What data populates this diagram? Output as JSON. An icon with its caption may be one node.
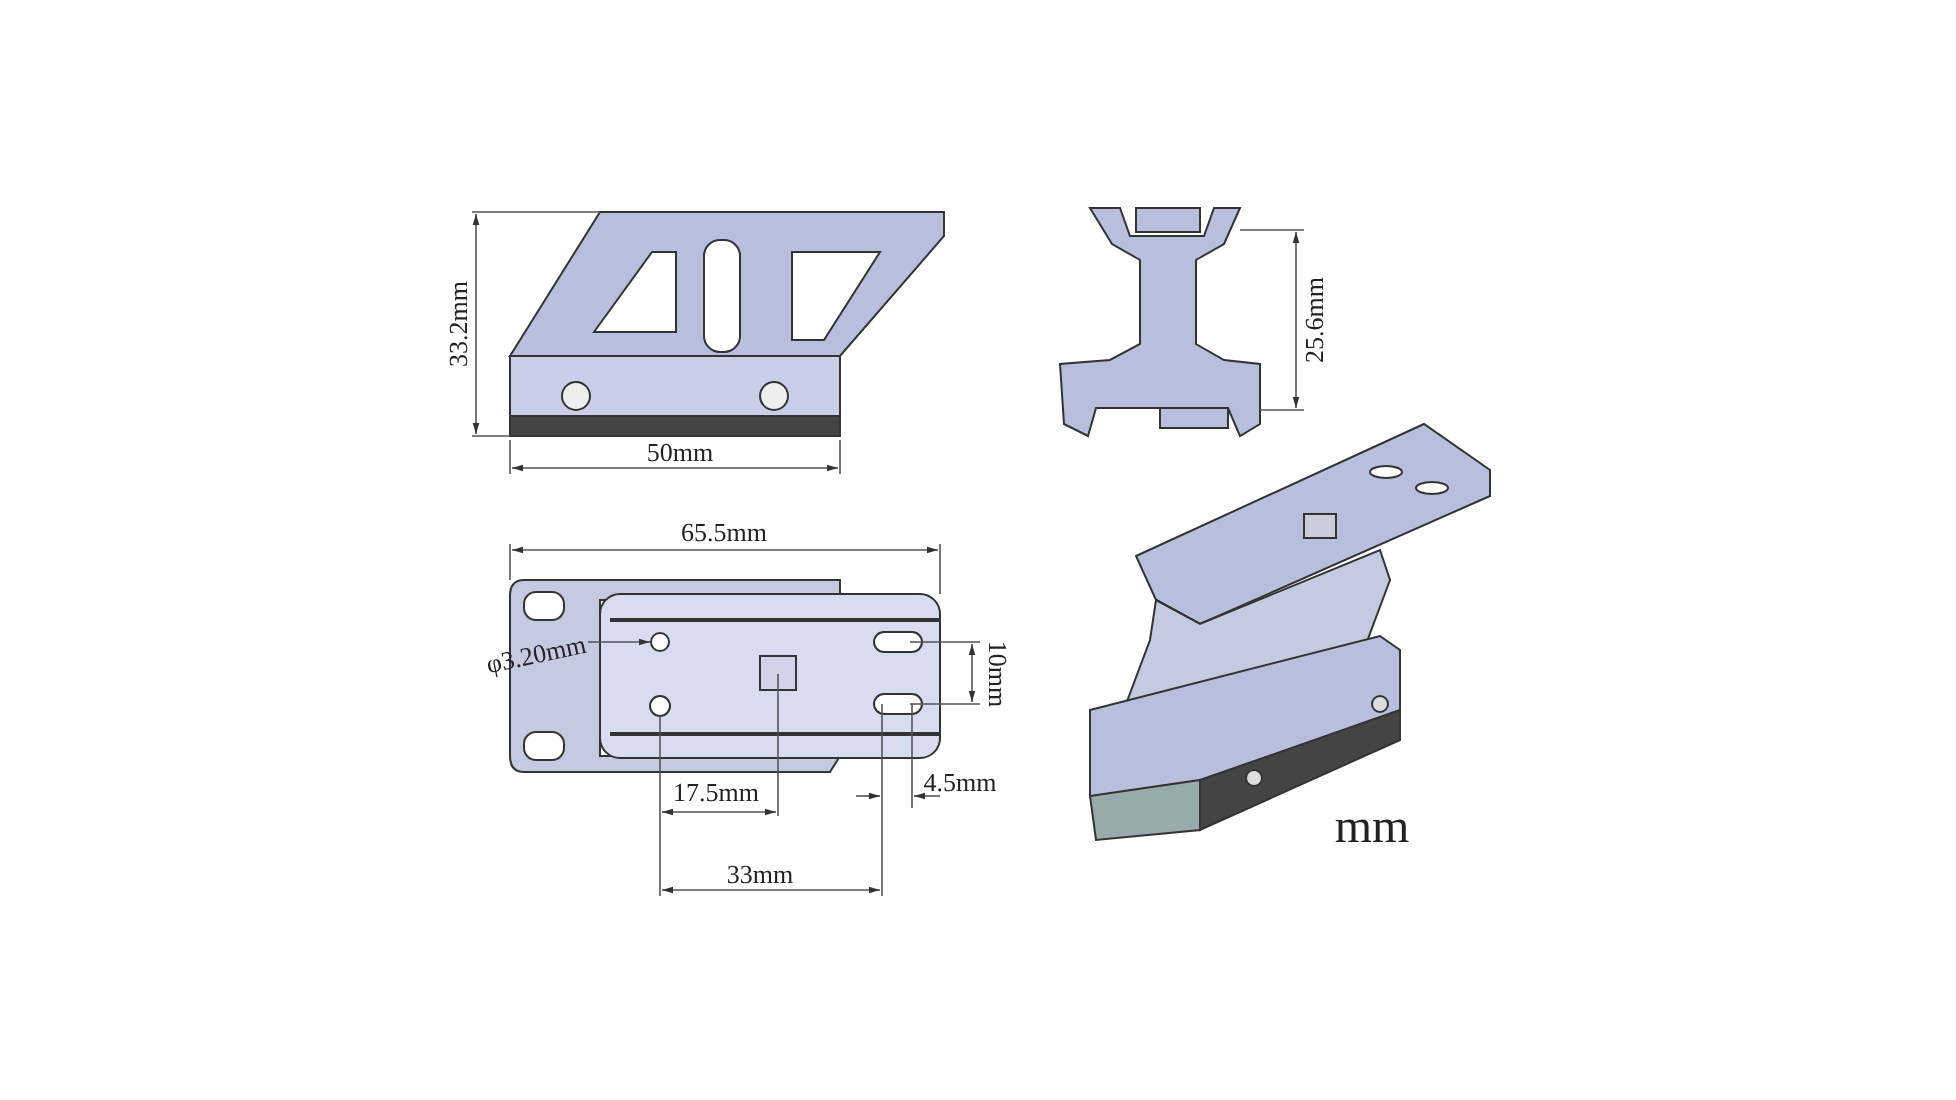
{
  "diagram": {
    "nodes": [
      {
        "text": [
          "φ3.20mm"
        ]
      },
      {
        "text": [],
        "shape": "circle"
      }
    ],
    "edges": [
      {
        "from": 0,
        "to": 1,
        "arrow": "to"
      }
    ],
    "labels": [
      "33.2mm",
      "25.6mm",
      "50mm",
      "65.5mm",
      "10mm",
      "4.5mm",
      "17.5mm",
      "33mm",
      "mm"
    ]
  }
}
